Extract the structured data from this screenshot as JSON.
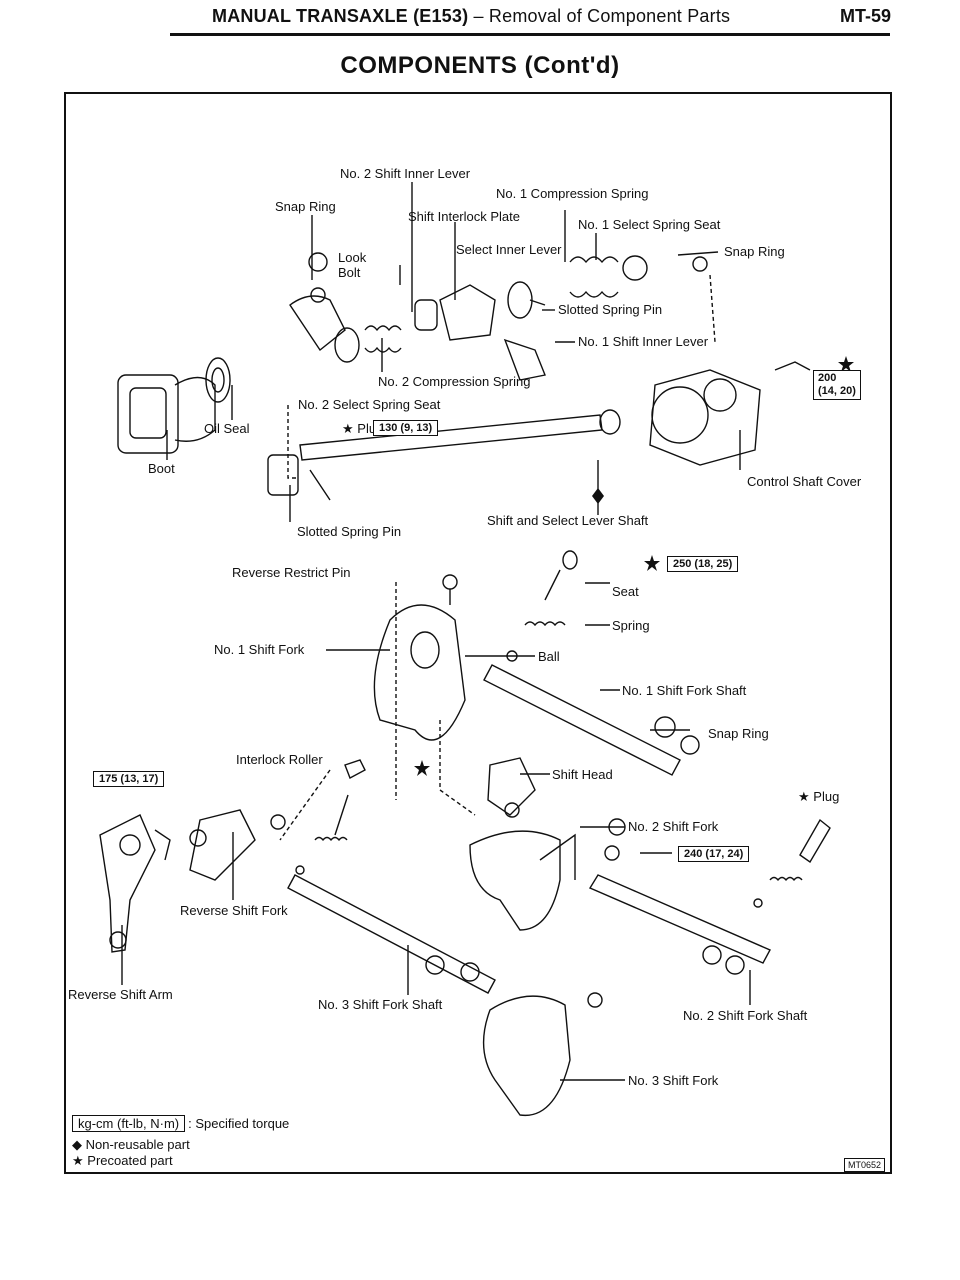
{
  "header": {
    "title_main": "MANUAL TRANSAXLE (E153)",
    "title_sub": "– Removal of Component Parts",
    "page": "MT-59"
  },
  "section_title": "COMPONENTS (Cont'd)",
  "labels": {
    "no2_shift_inner_lever": "No. 2 Shift Inner Lever",
    "snap_ring_top": "Snap Ring",
    "no1_compression_spring": "No. 1 Compression Spring",
    "shift_interlock_plate": "Shift Interlock Plate",
    "no1_select_spring_seat": "No. 1 Select Spring Seat",
    "select_inner_lever": "Select Inner Lever",
    "snap_ring_right": "Snap Ring",
    "look_bolt": "Look\nBolt",
    "slotted_spring_pin_top": "Slotted Spring Pin",
    "no1_shift_inner_lever": "No. 1 Shift Inner Lever",
    "no2_compression_spring": "No. 2 Compression Spring",
    "no2_select_spring_seat": "No. 2 Select Spring Seat",
    "oil_seal": "Oil Seal",
    "plug_top": "Plug",
    "boot": "Boot",
    "control_shaft_cover": "Control Shaft Cover",
    "slotted_spring_pin_mid": "Slotted Spring Pin",
    "shift_select_lever_shaft": "Shift and Select Lever Shaft",
    "reverse_restrict_pin": "Reverse Restrict Pin",
    "seat": "Seat",
    "spring": "Spring",
    "no1_shift_fork": "No. 1 Shift Fork",
    "ball": "Ball",
    "no1_shift_fork_shaft": "No. 1 Shift Fork Shaft",
    "snap_ring_mid": "Snap Ring",
    "interlock_roller": "Interlock Roller",
    "shift_head": "Shift Head",
    "plug_right": "Plug",
    "no2_shift_fork": "No. 2 Shift Fork",
    "reverse_shift_fork": "Reverse Shift Fork",
    "reverse_shift_arm": "Reverse Shift Arm",
    "no3_shift_fork_shaft": "No. 3 Shift Fork Shaft",
    "no2_shift_fork_shaft": "No. 2 Shift Fork Shaft",
    "no3_shift_fork": "No. 3 Shift Fork"
  },
  "torques": {
    "t200": "200\n(14, 20)",
    "t130": "130 (9, 13)",
    "t250": "250 (18, 25)",
    "t175": "175 (13, 17)",
    "t240": "240 (17, 24)"
  },
  "legend": {
    "torque_box": "kg-cm (ft-lb, N·m)",
    "torque_text": ": Specified torque",
    "nonreusable": "Non-reusable part",
    "precoated": "Precoated part"
  },
  "drawing_code": "MT0652"
}
